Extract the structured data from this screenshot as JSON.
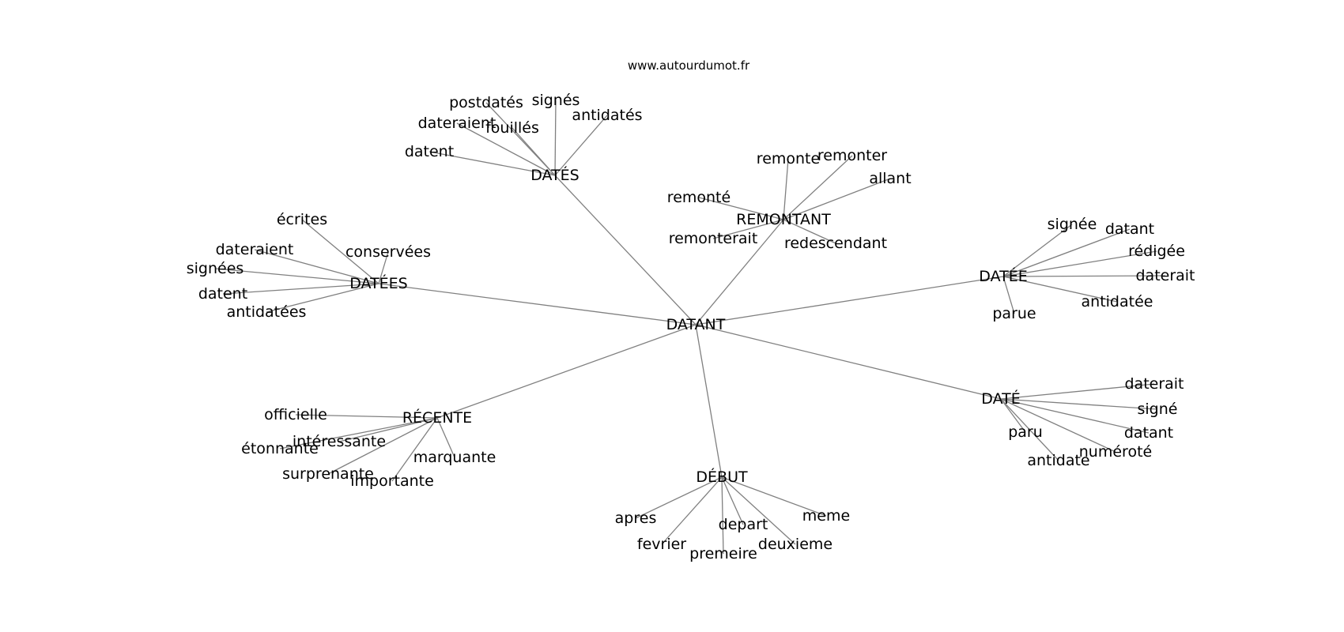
{
  "source": "www.autourdumot.fr",
  "colors": {
    "edge": "#808080",
    "text": "#000000",
    "background": "#ffffff"
  },
  "graph": {
    "center": "DATANT",
    "hubs": [
      {
        "id": "dates",
        "label": "DATÉS",
        "leaves": [
          "postdatés",
          "signés",
          "dateraient",
          "fouillés",
          "antidatés",
          "datent"
        ]
      },
      {
        "id": "remontant",
        "label": "REMONTANT",
        "leaves": [
          "remonte",
          "remonter",
          "allant",
          "remonté",
          "remonterait",
          "redescendant"
        ]
      },
      {
        "id": "datees",
        "label": "DATÉES",
        "leaves": [
          "écrites",
          "dateraient",
          "conservées",
          "signées",
          "datent",
          "antidatées"
        ]
      },
      {
        "id": "datee",
        "label": "DATÉE",
        "leaves": [
          "signée",
          "datant",
          "rédigée",
          "daterait",
          "antidatée",
          "parue"
        ]
      },
      {
        "id": "date",
        "label": "DATÉ",
        "leaves": [
          "daterait",
          "signé",
          "paru",
          "datant",
          "numéroté",
          "antidate"
        ]
      },
      {
        "id": "recente",
        "label": "RÉCENTE",
        "leaves": [
          "officielle",
          "intéressante",
          "étonnante",
          "marquante",
          "surprenante",
          "importante"
        ]
      },
      {
        "id": "debut",
        "label": "DÉBUT",
        "leaves": [
          "meme",
          "apres",
          "depart",
          "fevrier",
          "deuxieme",
          "premeire"
        ]
      }
    ]
  }
}
